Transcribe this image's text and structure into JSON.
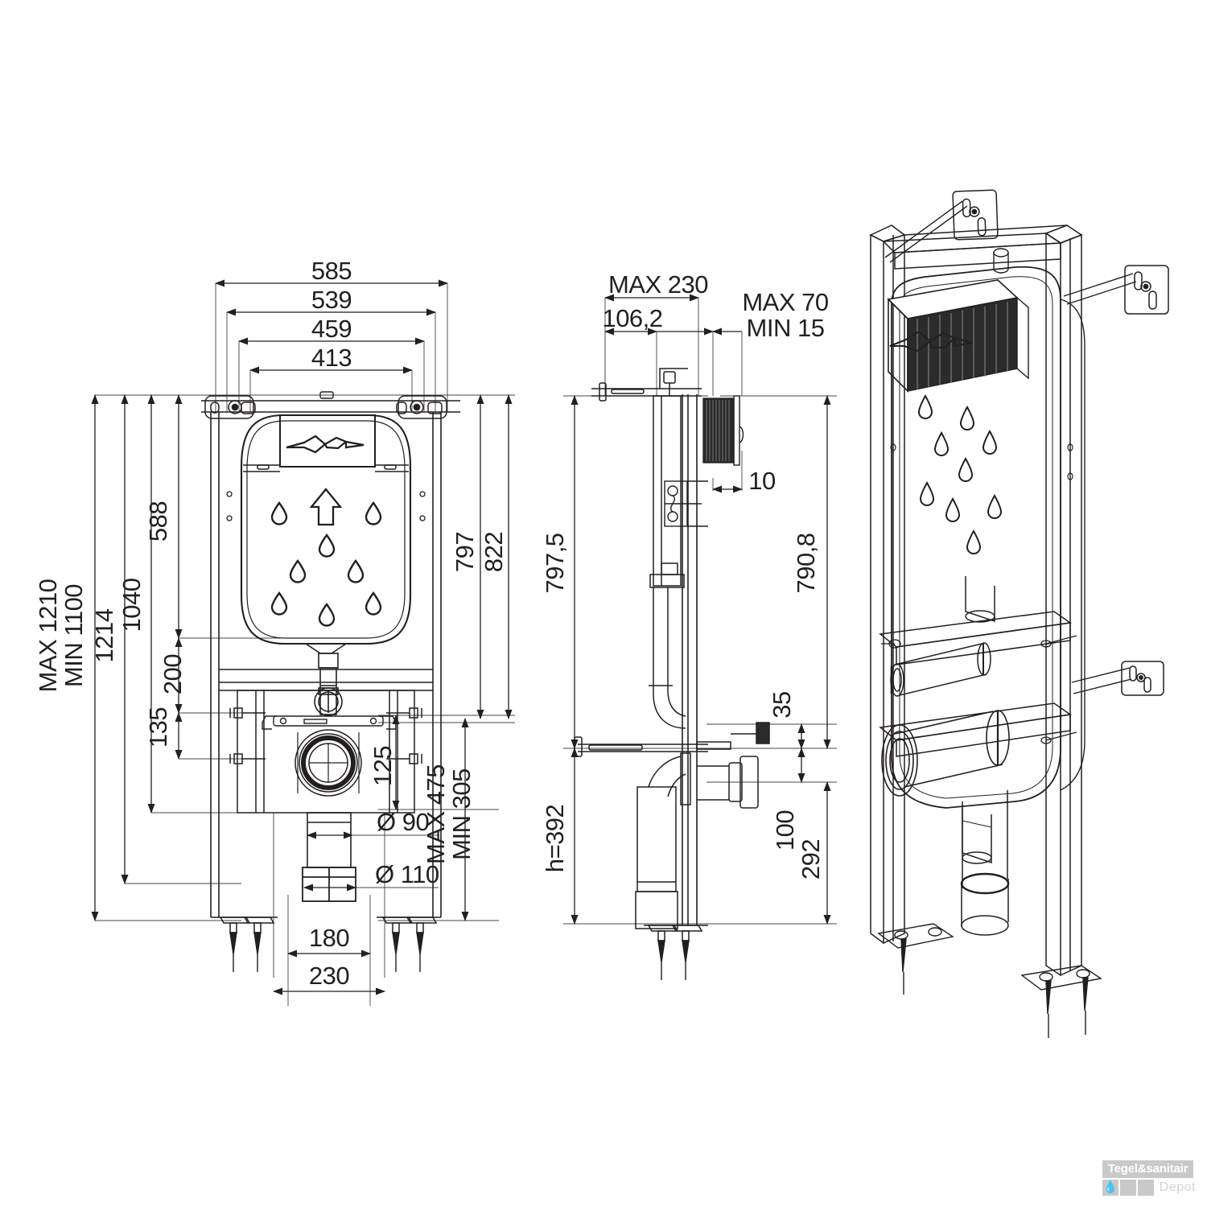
{
  "drawing": {
    "title": "Concealed cistern installation frame technical drawing",
    "units": "mm",
    "line_color": "#231f20",
    "views": [
      {
        "id": "front",
        "label": "front-elevation"
      },
      {
        "id": "side",
        "label": "side-section"
      },
      {
        "id": "iso",
        "label": "isometric"
      }
    ]
  },
  "front_view": {
    "horizontal_dims_top": [
      {
        "value": "585"
      },
      {
        "value": "539"
      },
      {
        "value": "459"
      },
      {
        "value": "413"
      }
    ],
    "horizontal_dims_bottom": [
      {
        "value": "180"
      },
      {
        "value": "230"
      }
    ],
    "vertical_dims_left": [
      {
        "value": "MAX 1210"
      },
      {
        "value": "MIN 1100"
      },
      {
        "value": "1214"
      },
      {
        "value": "1040"
      },
      {
        "value": "588"
      },
      {
        "value": "200"
      },
      {
        "value": "135"
      }
    ],
    "vertical_dims_right": [
      {
        "value": "797"
      },
      {
        "value": "822"
      },
      {
        "value": "125"
      },
      {
        "value": "MAX 475"
      },
      {
        "value": "MIN 305"
      }
    ],
    "diameter_callouts": [
      {
        "value": "Ø 90"
      },
      {
        "value": "Ø 110"
      }
    ]
  },
  "side_view": {
    "horizontal_dims_top": [
      {
        "value": "MAX 230"
      },
      {
        "value": "106,2"
      },
      {
        "value": "MAX 70"
      },
      {
        "value": "MIN 15"
      },
      {
        "value": "10"
      }
    ],
    "vertical_dims_left": [
      {
        "value": "797,5"
      },
      {
        "value": "h=392"
      }
    ],
    "vertical_dims_right": [
      {
        "value": "790,8"
      },
      {
        "value": "35"
      },
      {
        "value": "100"
      },
      {
        "value": "292"
      }
    ]
  },
  "watermark": {
    "brand_top": "Tegel&sanitair",
    "brand_bottom": "Depot",
    "drop_icon": "water-drop-icon"
  }
}
